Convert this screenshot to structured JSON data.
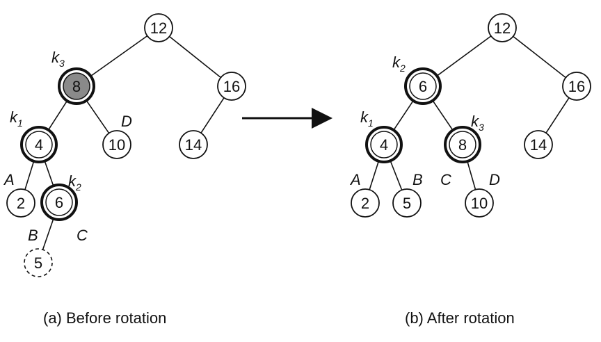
{
  "colors": {
    "stroke": "#111111",
    "highlight_fill": "#8a8a8a",
    "background": "#ffffff"
  },
  "panels": {
    "before": {
      "caption": "(a) Before rotation",
      "nodes": {
        "n12": {
          "value": "12"
        },
        "n8": {
          "value": "8",
          "style": "highlighted"
        },
        "n16": {
          "value": "16"
        },
        "n4": {
          "value": "4",
          "style": "bold"
        },
        "n10": {
          "value": "10"
        },
        "n14": {
          "value": "14"
        },
        "n2": {
          "value": "2"
        },
        "n6": {
          "value": "6",
          "style": "bold"
        },
        "n5": {
          "value": "5",
          "style": "dashed"
        }
      },
      "edges": [
        [
          "n12",
          "n8"
        ],
        [
          "n12",
          "n16"
        ],
        [
          "n8",
          "n4"
        ],
        [
          "n8",
          "n10"
        ],
        [
          "n16",
          "n14"
        ],
        [
          "n4",
          "n2"
        ],
        [
          "n4",
          "n6"
        ],
        [
          "n6",
          "n5"
        ]
      ],
      "labels": {
        "k3": {
          "base": "k",
          "sub": "3"
        },
        "k1": {
          "base": "k",
          "sub": "1"
        },
        "k2": {
          "base": "k",
          "sub": "2"
        },
        "A": {
          "text": "A"
        },
        "B": {
          "text": "B"
        },
        "C": {
          "text": "C"
        },
        "D": {
          "text": "D"
        }
      }
    },
    "after": {
      "caption": "(b) After rotation",
      "nodes": {
        "n12": {
          "value": "12"
        },
        "n6": {
          "value": "6",
          "style": "bold"
        },
        "n16": {
          "value": "16"
        },
        "n4": {
          "value": "4",
          "style": "bold"
        },
        "n8": {
          "value": "8",
          "style": "bold"
        },
        "n14": {
          "value": "14"
        },
        "n2": {
          "value": "2"
        },
        "n5": {
          "value": "5"
        },
        "n10": {
          "value": "10"
        }
      },
      "edges": [
        [
          "n12",
          "n6"
        ],
        [
          "n12",
          "n16"
        ],
        [
          "n6",
          "n4"
        ],
        [
          "n6",
          "n8"
        ],
        [
          "n16",
          "n14"
        ],
        [
          "n4",
          "n2"
        ],
        [
          "n4",
          "n5"
        ],
        [
          "n8",
          "n10"
        ]
      ],
      "labels": {
        "k2": {
          "base": "k",
          "sub": "2"
        },
        "k1": {
          "base": "k",
          "sub": "1"
        },
        "k3": {
          "base": "k",
          "sub": "3"
        },
        "A": {
          "text": "A"
        },
        "B": {
          "text": "B"
        },
        "C": {
          "text": "C"
        },
        "D": {
          "text": "D"
        }
      }
    }
  }
}
